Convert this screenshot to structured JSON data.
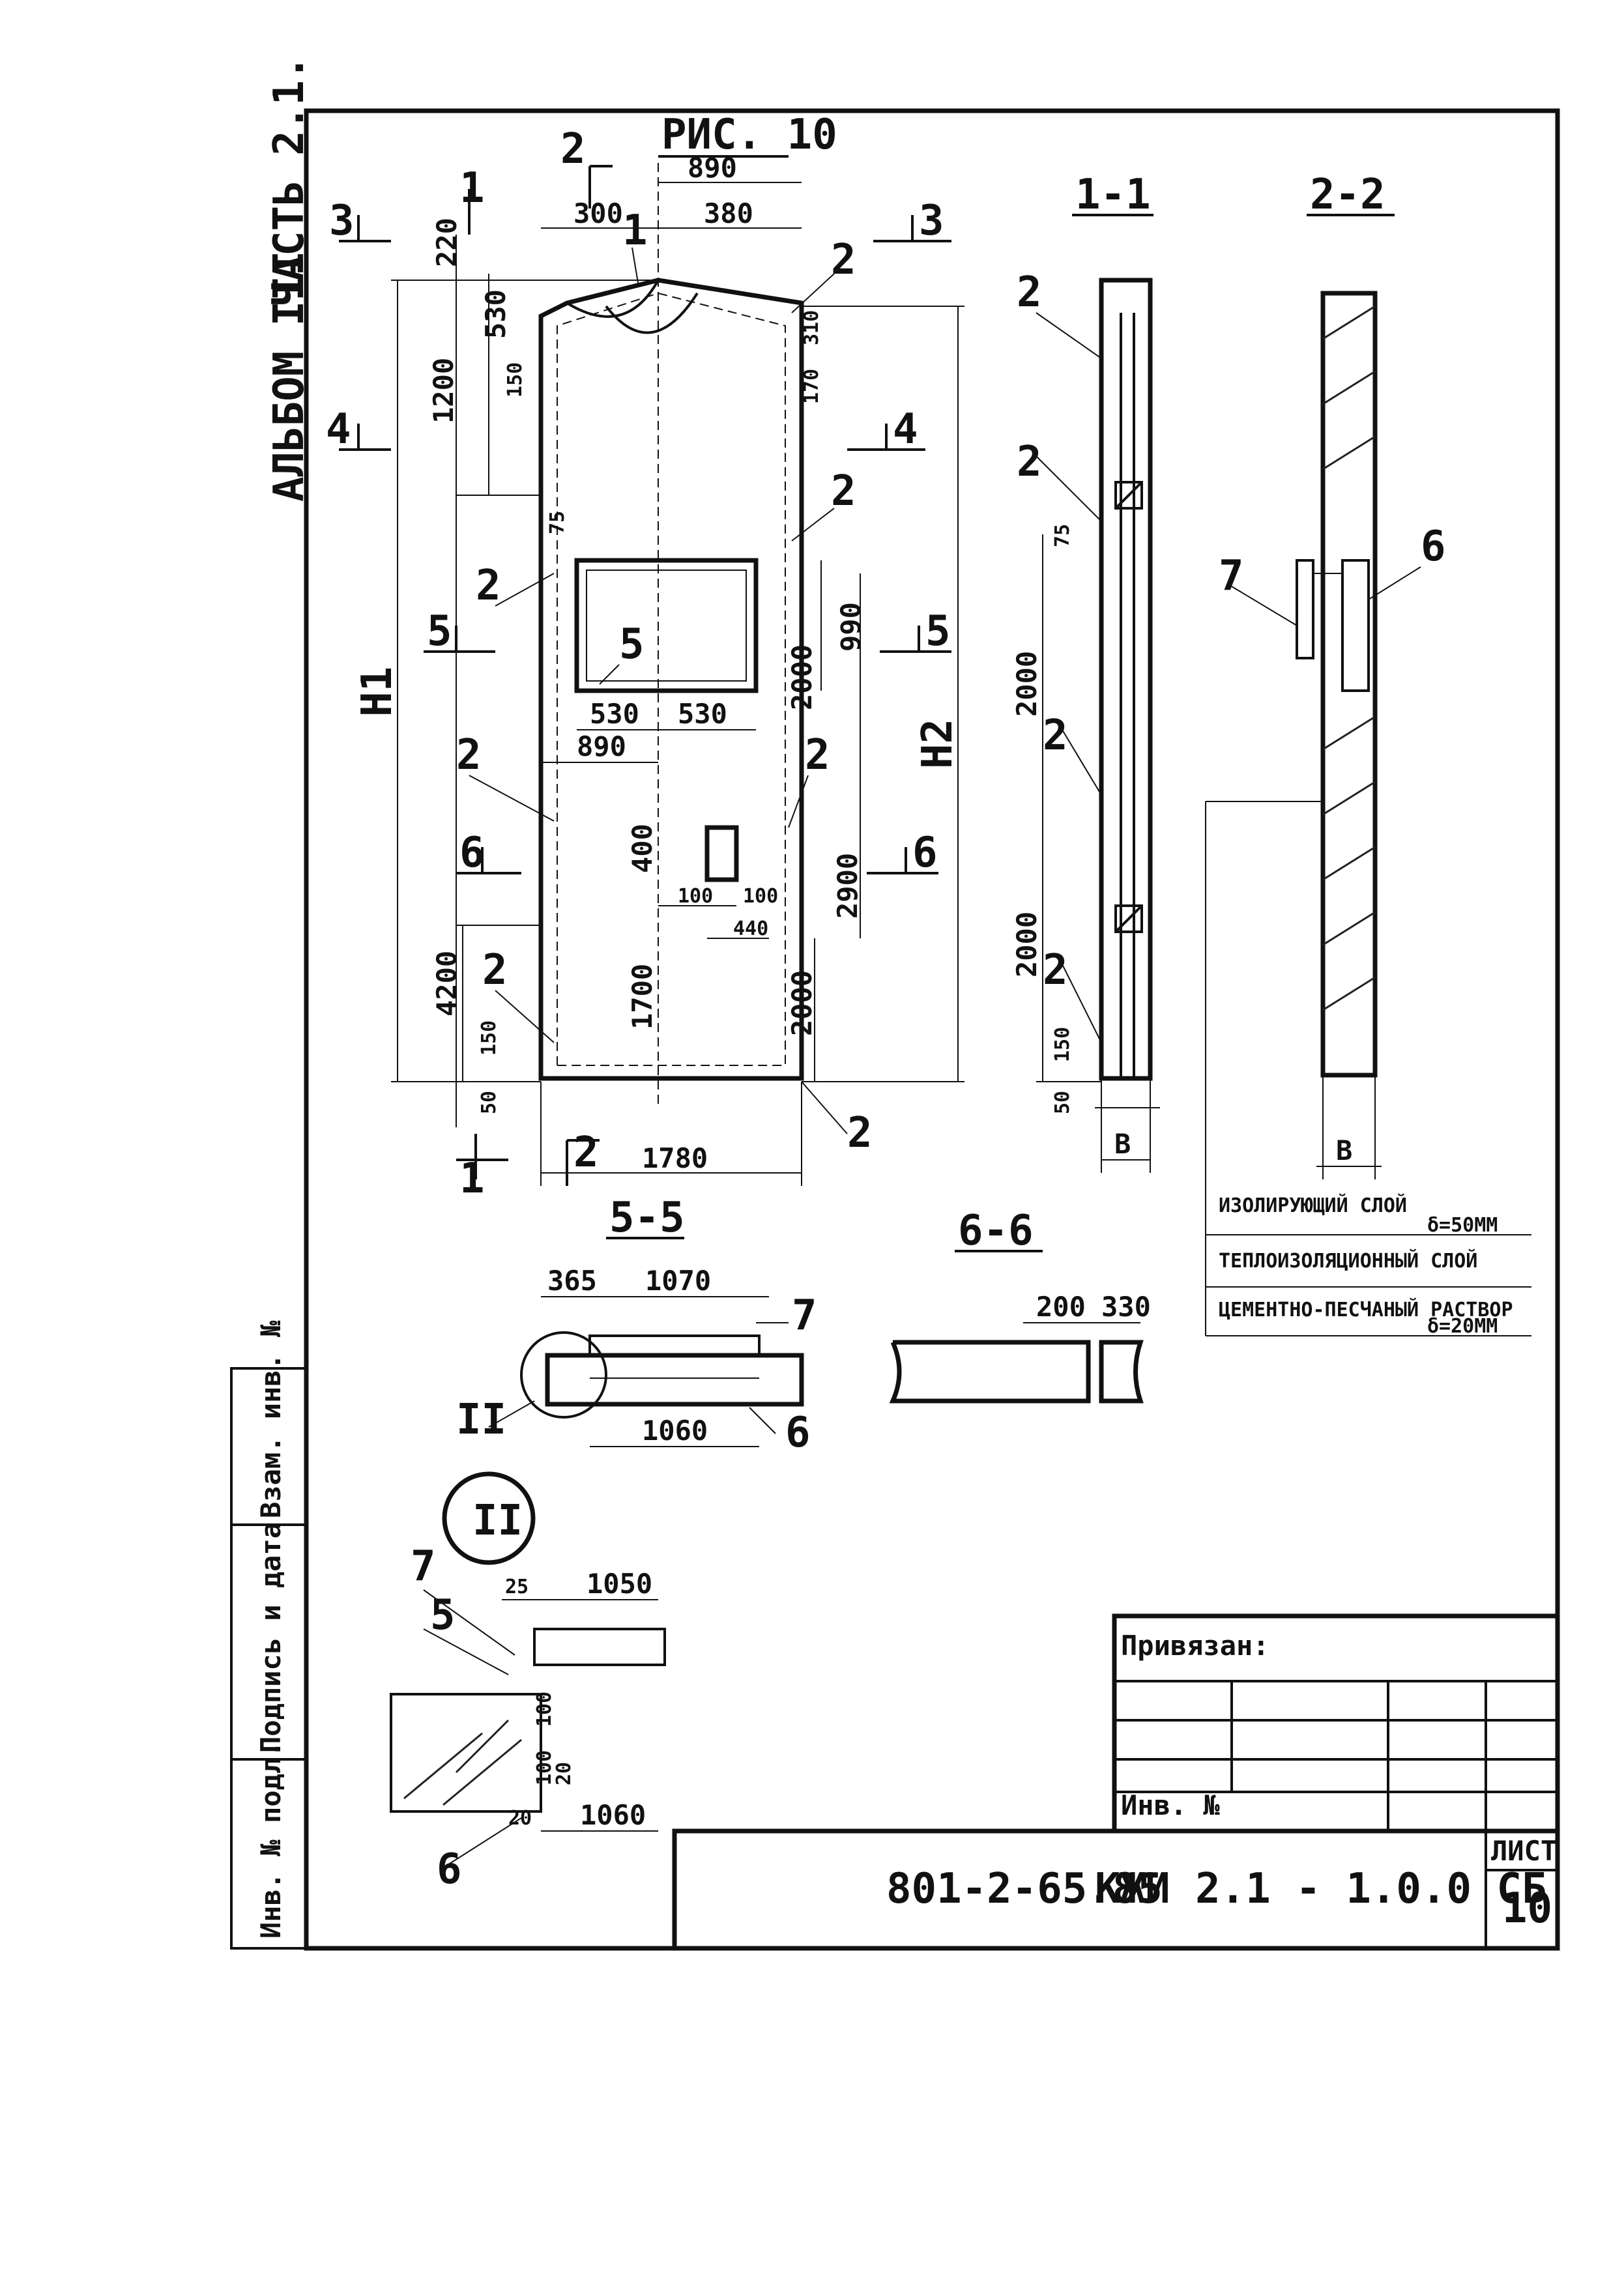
{
  "sheet": {
    "figure_title": "РИС. 10",
    "album_label": "АЛЬБОМ III",
    "part_label": "ЧАСТЬ 2.1.",
    "doc_code": "801-2-65.85",
    "mark_code": "КЖИ 2.1 - 1.0.0 СБ",
    "sheet_label": "ЛИСТ",
    "sheet_number": "10",
    "privyazan_label": "Привязан:",
    "inv_label": "Инв. №",
    "side_stamp": {
      "vzam": "Взам. инв. №",
      "podpis": "Подпись и дата",
      "inv_podl": "Инв. № подл."
    }
  },
  "views": {
    "section_1_1": "1-1",
    "section_2_2": "2-2",
    "section_5_5": "5-5",
    "section_6_6": "6-6",
    "node_II": "II"
  },
  "main_view": {
    "dims": {
      "top_width": "890",
      "top_left": "300",
      "top_right": "380",
      "d220": "220",
      "d530": "530",
      "d150": "150",
      "d1200": "1200",
      "d310": "310",
      "d170": "170",
      "d75": "75",
      "d990": "990",
      "d2000": "2000",
      "d890": "890",
      "d530a": "530",
      "d530b": "530",
      "d400": "400",
      "d100a": "100",
      "d100b": "100",
      "d440": "440",
      "d1700": "1700",
      "d2900": "2900",
      "d2000b": "2000",
      "d4200": "4200",
      "d150b": "150",
      "d50": "50",
      "d1780": "1780",
      "H1": "H1",
      "H2": "H2"
    },
    "section_marks": {
      "m1": "1",
      "m2": "2",
      "m3": "3",
      "m4": "4",
      "m5": "5",
      "m6": "6"
    },
    "callouts": {
      "c1": "1",
      "c2": "2",
      "c5": "5"
    }
  },
  "section_1_1_dims": {
    "d2000a": "2000",
    "d2000b": "2000",
    "d75": "75",
    "d150": "150",
    "d50": "50",
    "B": "B"
  },
  "section_2_2_dims": {
    "B": "B",
    "c6": "6",
    "c7": "7"
  },
  "layers_legend": {
    "l1": "ИЗОЛИРУЮЩИЙ СЛОЙ",
    "l1_value": "δ=50ММ",
    "l2": "ТЕПЛОИЗОЛЯЦИОННЫЙ СЛОЙ",
    "l3": "ЦЕМЕНТНО-ПЕСЧАНЫЙ РАСТВОР",
    "l3_value": "δ=20ММ"
  },
  "section_5_5_dims": {
    "d365": "365",
    "d1070": "1070",
    "d1060": "1060",
    "c7": "7",
    "c6": "6"
  },
  "section_6_6_dims": {
    "d200": "200",
    "d330": "330"
  },
  "node_II_dims": {
    "d25": "25",
    "d1050": "1050",
    "d100": "100",
    "d100b": "100",
    "d20": "20",
    "d20b": "20",
    "d1060": "1060",
    "c7": "7",
    "c5": "5",
    "c6": "6"
  }
}
